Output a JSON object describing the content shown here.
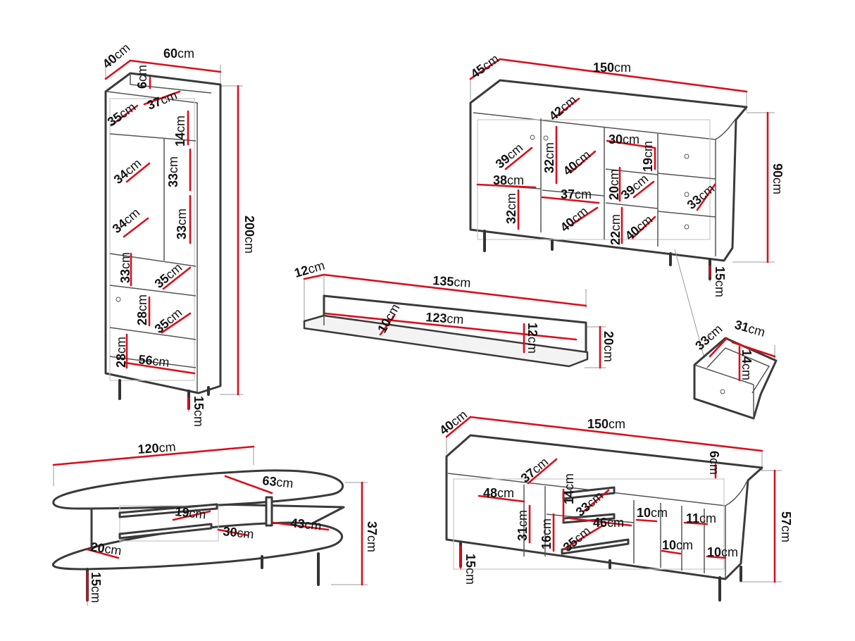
{
  "colors": {
    "dimension_line": "#d90f1c",
    "outline": "#3a3a3a",
    "background": "#ffffff"
  },
  "tall_cabinet": {
    "labels": [
      {
        "n": "40",
        "u": "cm"
      },
      {
        "n": "60",
        "u": "cm"
      },
      {
        "n": "6",
        "u": "cm"
      },
      {
        "n": "37",
        "u": "cm"
      },
      {
        "n": "35",
        "u": "cm"
      },
      {
        "n": "14",
        "u": "cm"
      },
      {
        "n": "34",
        "u": "cm"
      },
      {
        "n": "33",
        "u": "cm"
      },
      {
        "n": "34",
        "u": "cm"
      },
      {
        "n": "33",
        "u": "cm"
      },
      {
        "n": "33",
        "u": "cm"
      },
      {
        "n": "35",
        "u": "cm"
      },
      {
        "n": "28",
        "u": "cm"
      },
      {
        "n": "35",
        "u": "cm"
      },
      {
        "n": "28",
        "u": "cm"
      },
      {
        "n": "56",
        "u": "cm"
      },
      {
        "n": "200",
        "u": "cm"
      },
      {
        "n": "15",
        "u": "cm"
      }
    ]
  },
  "sideboard": {
    "labels": [
      {
        "n": "45",
        "u": "cm"
      },
      {
        "n": "150",
        "u": "cm"
      },
      {
        "n": "42",
        "u": "cm"
      },
      {
        "n": "30",
        "u": "cm"
      },
      {
        "n": "39",
        "u": "cm"
      },
      {
        "n": "32",
        "u": "cm"
      },
      {
        "n": "40",
        "u": "cm"
      },
      {
        "n": "19",
        "u": "cm"
      },
      {
        "n": "90",
        "u": "cm"
      },
      {
        "n": "38",
        "u": "cm"
      },
      {
        "n": "37",
        "u": "cm"
      },
      {
        "n": "20",
        "u": "cm"
      },
      {
        "n": "39",
        "u": "cm"
      },
      {
        "n": "33",
        "u": "cm"
      },
      {
        "n": "32",
        "u": "cm"
      },
      {
        "n": "40",
        "u": "cm"
      },
      {
        "n": "22",
        "u": "cm"
      },
      {
        "n": "40",
        "u": "cm"
      },
      {
        "n": "15",
        "u": "cm"
      }
    ]
  },
  "wall_shelf": {
    "labels": [
      {
        "n": "12",
        "u": "cm"
      },
      {
        "n": "135",
        "u": "cm"
      },
      {
        "n": "10",
        "u": "cm"
      },
      {
        "n": "123",
        "u": "cm"
      },
      {
        "n": "12",
        "u": "cm"
      },
      {
        "n": "20",
        "u": "cm"
      }
    ]
  },
  "drawer_detail": {
    "labels": [
      {
        "n": "33",
        "u": "cm"
      },
      {
        "n": "31",
        "u": "cm"
      },
      {
        "n": "14",
        "u": "cm"
      }
    ]
  },
  "coffee_table": {
    "labels": [
      {
        "n": "120",
        "u": "cm"
      },
      {
        "n": "63",
        "u": "cm"
      },
      {
        "n": "19",
        "u": "cm"
      },
      {
        "n": "30",
        "u": "cm"
      },
      {
        "n": "43",
        "u": "cm"
      },
      {
        "n": "37",
        "u": "cm"
      },
      {
        "n": "20",
        "u": "cm"
      },
      {
        "n": "15",
        "u": "cm"
      }
    ]
  },
  "tv_stand": {
    "labels": [
      {
        "n": "40",
        "u": "cm"
      },
      {
        "n": "150",
        "u": "cm"
      },
      {
        "n": "6",
        "u": "cm"
      },
      {
        "n": "37",
        "u": "cm"
      },
      {
        "n": "48",
        "u": "cm"
      },
      {
        "n": "14",
        "u": "cm"
      },
      {
        "n": "33",
        "u": "cm"
      },
      {
        "n": "10",
        "u": "cm"
      },
      {
        "n": "11",
        "u": "cm"
      },
      {
        "n": "57",
        "u": "cm"
      },
      {
        "n": "31",
        "u": "cm"
      },
      {
        "n": "16",
        "u": "cm"
      },
      {
        "n": "46",
        "u": "cm"
      },
      {
        "n": "35",
        "u": "cm"
      },
      {
        "n": "10",
        "u": "cm"
      },
      {
        "n": "10",
        "u": "cm"
      },
      {
        "n": "15",
        "u": "cm"
      }
    ]
  }
}
